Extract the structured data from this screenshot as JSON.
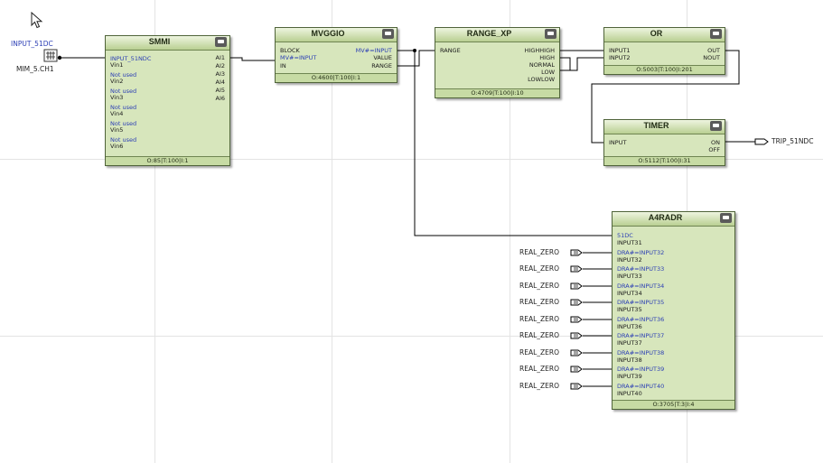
{
  "input": {
    "name": "INPUT_51DC",
    "channel": "MIM_5.CH1"
  },
  "output": {
    "name": "TRIP_51NDC"
  },
  "blocks": {
    "smmi": {
      "title": "SMMI",
      "footer": "O:85|T:100|I:1",
      "inputs": [
        "INPUT_51NDC",
        "Vin1",
        "Not used",
        "Vin2",
        "Not used",
        "Vin3",
        "Not used",
        "Vin4",
        "Not used",
        "Vin5",
        "Not used",
        "Vin6"
      ],
      "outputs": [
        "AI1",
        "AI2",
        "AI3",
        "AI4",
        "AI5",
        "AI6"
      ]
    },
    "mvggio": {
      "title": "MVGGIO",
      "footer": "O:4600|T:100|I:1",
      "inputs": [
        "BLOCK",
        "MV#=INPUT",
        "IN"
      ],
      "outputs": [
        "MV#=INPUT",
        "VALUE",
        "RANGE"
      ]
    },
    "range_xp": {
      "title": "RANGE_XP",
      "footer": "O:4709|T:100|I:10",
      "inputs": [
        "RANGE"
      ],
      "outputs": [
        "HIGHHIGH",
        "HIGH",
        "NORMAL",
        "LOW",
        "LOWLOW"
      ]
    },
    "or": {
      "title": "OR",
      "footer": "O:5003|T:100|I:201",
      "inputs": [
        "INPUT1",
        "INPUT2"
      ],
      "outputs": [
        "OUT",
        "NOUT"
      ]
    },
    "timer": {
      "title": "TIMER",
      "footer": "O:5112|T:100|I:31",
      "inputs": [
        "INPUT"
      ],
      "outputs": [
        "ON",
        "OFF"
      ]
    },
    "a4radr": {
      "title": "A4RADR",
      "footer": "O:3705|T:3|I:4",
      "inputs": [
        "51DC",
        "INPUT31",
        "DRA#=INPUT32",
        "INPUT32",
        "DRA#=INPUT33",
        "INPUT33",
        "DRA#=INPUT34",
        "INPUT34",
        "DRA#=INPUT35",
        "INPUT35",
        "DRA#=INPUT36",
        "INPUT36",
        "DRA#=INPUT37",
        "INPUT37",
        "DRA#=INPUT38",
        "INPUT38",
        "DRA#=INPUT39",
        "INPUT39",
        "DRA#=INPUT40",
        "INPUT40"
      ]
    }
  },
  "constants": [
    "REAL_ZERO",
    "REAL_ZERO",
    "REAL_ZERO",
    "REAL_ZERO",
    "REAL_ZERO",
    "REAL_ZERO",
    "REAL_ZERO",
    "REAL_ZERO",
    "REAL_ZERO"
  ],
  "colors": {
    "block_fill": "#d7e6bc",
    "header": "#b9cf92",
    "wire": "#000000",
    "label_blue": "#2b3eb5",
    "grid": "#e3e3e3"
  }
}
